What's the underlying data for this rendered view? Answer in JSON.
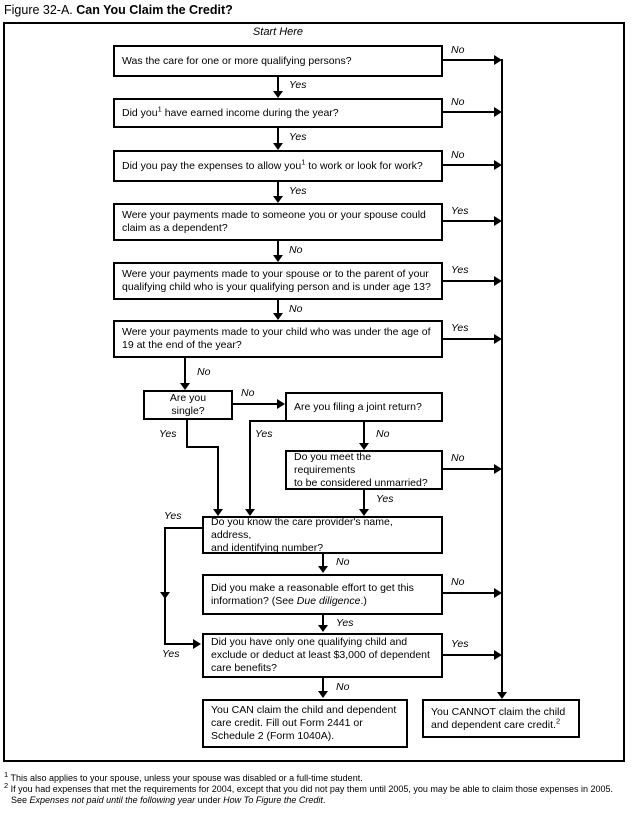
{
  "title": {
    "label": "Figure 32-A.",
    "heading": "Can You Claim the Credit?"
  },
  "flow": {
    "start_here": "Start Here",
    "yes": "Yes",
    "no": "No",
    "boxes": {
      "q1": "Was the care for one or more qualifying persons?",
      "q2_pre": "Did you",
      "q2_sup": "1",
      "q2_post": " have earned income during the year?",
      "q3_pre": "Did you pay the expenses to allow you",
      "q3_sup": "1",
      "q3_post": " to work or look for work?",
      "q4": "Were your payments made to someone you or your spouse could\nclaim as a dependent?",
      "q5": "Were your payments made to your spouse or to the parent of your\nqualifying child who is your qualifying person and is under age 13?",
      "q6": "Were your payments made to your child who was under the age of\n19 at the end of the year?",
      "q7": "Are you single?",
      "q8": "Are you filing a joint return?",
      "q9": "Do you meet the requirements\nto be considered unmarried?",
      "q10": "Do you know the care provider's name, address,\nand identifying number?",
      "q11_pre": "Did you make a reasonable effort to get this\ninformation? (See ",
      "q11_italic": "Due diligence",
      "q11_post": ".)",
      "q12": "Did you have only one qualifying child and\nexclude or deduct at least $3,000 of dependent\ncare benefits?",
      "result_can": "You CAN claim the child and dependent\ncare credit. Fill out Form 2441 or\nSchedule 2 (Form 1040A).",
      "result_cannot": "You CANNOT claim the child\nand dependent care credit.",
      "result_cannot_sup": "2"
    }
  },
  "footnotes": {
    "f1_sup": "1",
    "f1_text": " This also applies to your spouse, unless your spouse was disabled or a full-time student.",
    "f2_sup": "2",
    "f2_text": " If you had expenses that met the requirements for 2004, except that you did not pay them until 2005, you may be able to claim those expenses in 2005.",
    "f2_see": "See ",
    "f2_italic_a": "Expenses not paid until the following year",
    "f2_under": " under ",
    "f2_italic_b": "How To Figure the Credit",
    "f2_end": "."
  }
}
